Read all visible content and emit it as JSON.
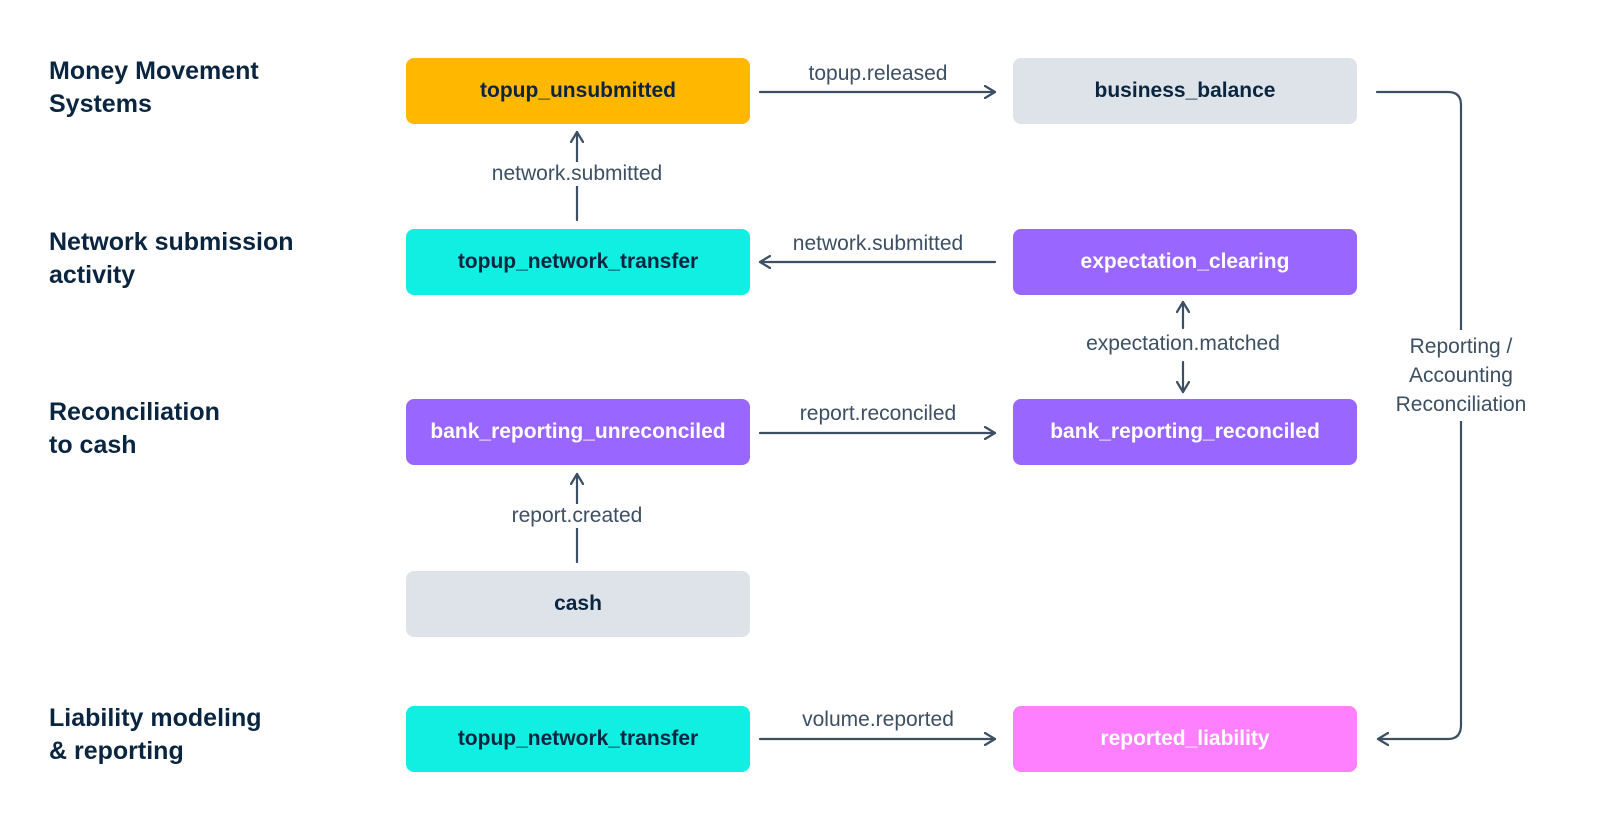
{
  "rows": [
    {
      "label": "Money Movement\nSystems"
    },
    {
      "label": "Network submission\nactivity"
    },
    {
      "label": "Reconciliation\nto cash"
    },
    {
      "label": "Liability modeling\n& reporting"
    }
  ],
  "nodes": {
    "topup_unsubmitted": {
      "label": "topup_unsubmitted",
      "color": "#ffb700"
    },
    "business_balance": {
      "label": "business_balance",
      "color": "#dde3e9"
    },
    "topup_network_transfer_1": {
      "label": "topup_network_transfer",
      "color": "#11efe3"
    },
    "expectation_clearing": {
      "label": "expectation_clearing",
      "color": "#9966ff"
    },
    "bank_reporting_unreconciled": {
      "label": "bank_reporting_unreconciled",
      "color": "#9966ff"
    },
    "bank_reporting_reconciled": {
      "label": "bank_reporting_reconciled",
      "color": "#9966ff"
    },
    "cash": {
      "label": "cash",
      "color": "#dde3e9"
    },
    "topup_network_transfer_2": {
      "label": "topup_network_transfer",
      "color": "#11efe3"
    },
    "reported_liability": {
      "label": "reported_liability",
      "color": "#ff80ff"
    }
  },
  "edges": {
    "topup_released": "topup.released",
    "network_submitted_vertical": "network.submitted",
    "network_submitted_horizontal": "network.submitted",
    "expectation_matched": "expectation.matched",
    "report_reconciled": "report.reconciled",
    "report_created": "report.created",
    "volume_reported": "volume.reported",
    "reporting_accounting": "Reporting / Accounting\nReconciliation"
  },
  "colors": {
    "arrow": "#3c4f63",
    "text_dark": "#0a2540"
  }
}
